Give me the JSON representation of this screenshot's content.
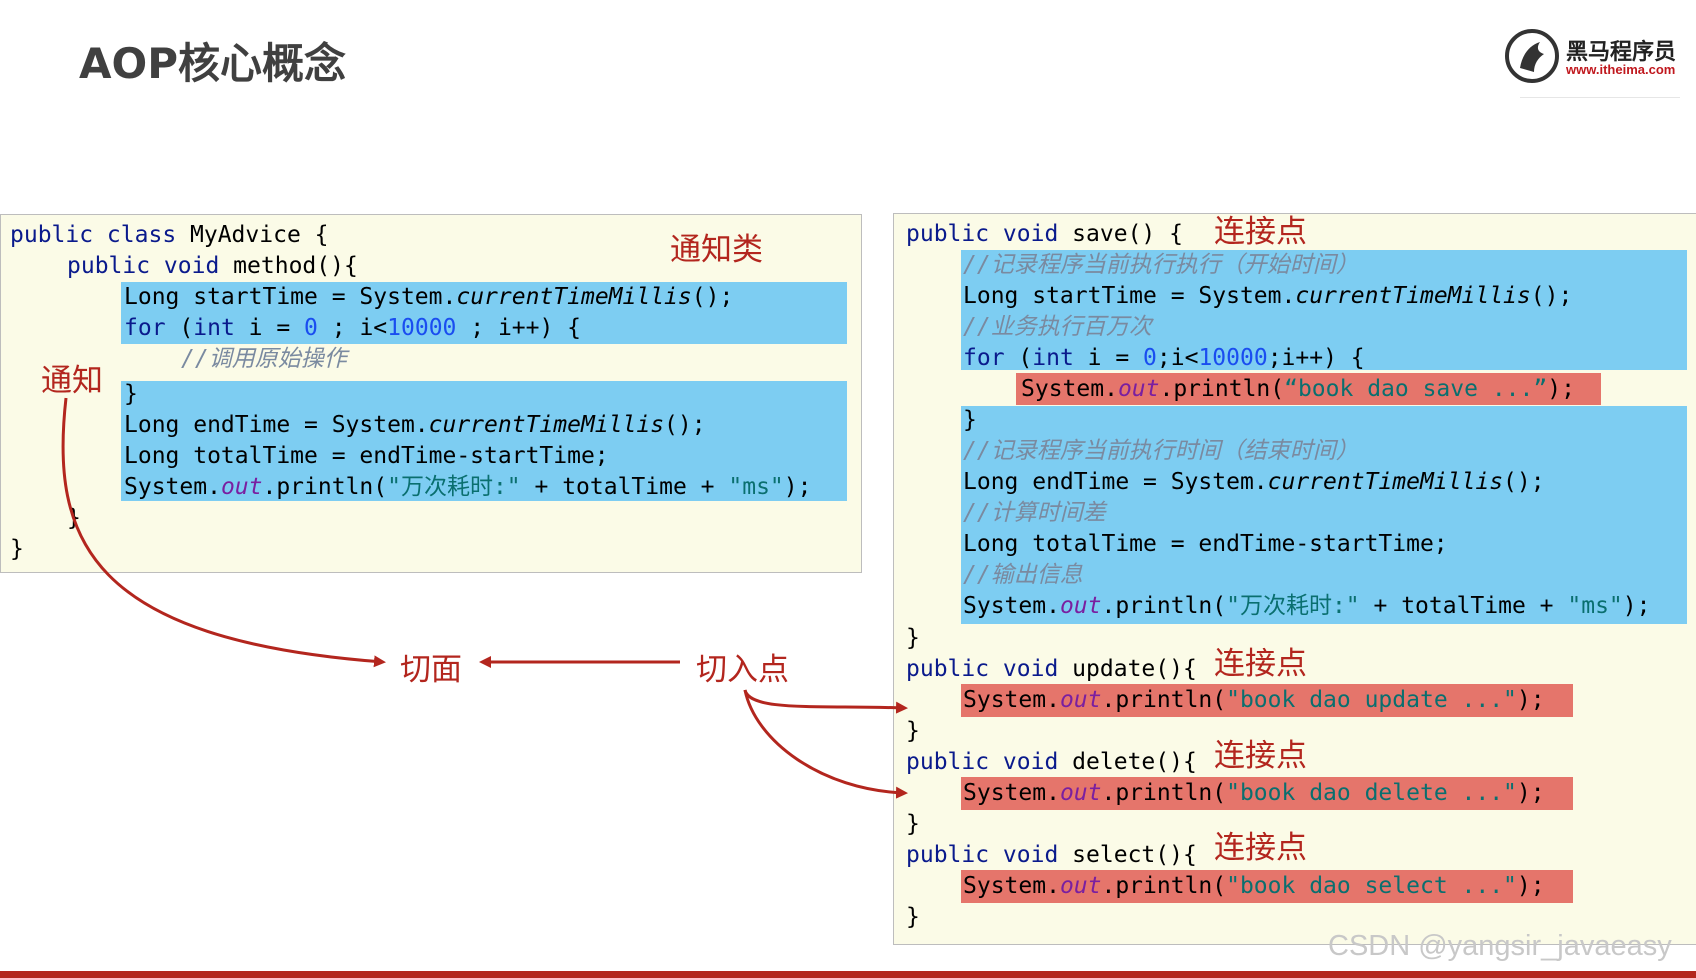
{
  "title": "AOP核心概念",
  "logo": {
    "name_cn": "黑马程序员",
    "url": "www.itheima.com"
  },
  "labels": {
    "advice_class": "通知类",
    "advice": "通知",
    "aspect": "切面",
    "pointcut": "切入点",
    "joinpoint": "连接点"
  },
  "left_code": {
    "line1": "public class MyAdvice {",
    "line2": "public void method(){",
    "line3": "Long startTime = System.currentTimeMillis();",
    "line4": "for (int i = 0 ; i<10000 ; i++) {",
    "line5": "//调用原始操作",
    "line6": "}",
    "line7": "Long endTime = System.currentTimeMillis();",
    "line8": "Long totalTime = endTime-startTime;",
    "line9": "System.out.println(\"万次耗时:\" + totalTime + \"ms\");",
    "line10": "}",
    "line11": "}"
  },
  "right_code": {
    "save_decl": "public void save() {",
    "c1": "//记录程序当前执行执行（开始时间）",
    "s1": "Long startTime = System.currentTimeMillis();",
    "c2": "//业务执行百万次",
    "s2": "for (int i = 0;i<10000;i++) {",
    "s3": "System.out.println(“book dao save ...”);",
    "s4": "}",
    "c3": "//记录程序当前执行时间（结束时间）",
    "s5": "Long endTime = System.currentTimeMillis();",
    "c4": "//计算时间差",
    "s6": "Long totalTime = endTime-startTime;",
    "c5": "//输出信息",
    "s7": "System.out.println(\"万次耗时:\" + totalTime + \"ms\");",
    "close1": "}",
    "update_decl": "public void update(){",
    "update_body": "System.out.println(\"book dao update ...\");",
    "close2": "}",
    "delete_decl": "public void delete(){",
    "delete_body": "System.out.println(\"book dao delete ...\");",
    "close3": "}",
    "select_decl": "public void select(){",
    "select_body": "System.out.println(\"book dao select ...\");",
    "close4": "}"
  },
  "watermark": "CSDN @yangsir_javaeasy",
  "colors": {
    "highlight_blue": "#7dcdf2",
    "highlight_red": "#e5756b",
    "label_red": "#b3261e",
    "panel_bg": "#fbfbe7"
  }
}
